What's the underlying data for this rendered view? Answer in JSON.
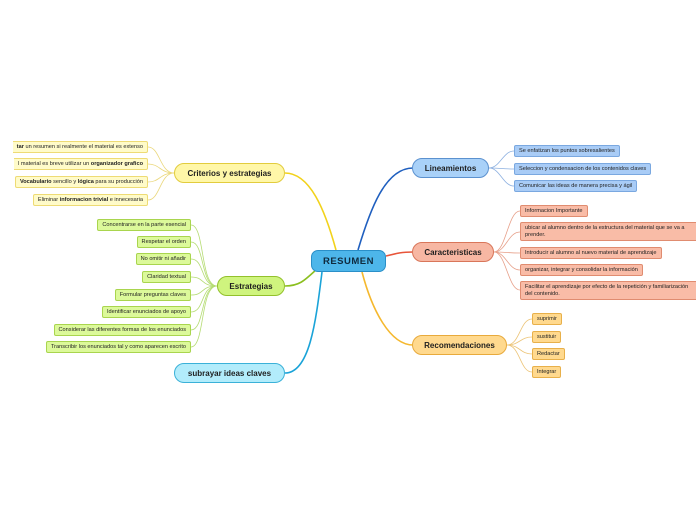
{
  "center": {
    "label": "RESUMEN"
  },
  "branches": {
    "lineamientos": {
      "label": "Lineamientos",
      "items": [
        "Se enfatizan los puntos sobresalientes",
        "Seleccion y condensacion de los contenidos claves",
        "Comunicar las ideas de manera precisa y ágil"
      ]
    },
    "caracteristicas": {
      "label": "Caracteristicas",
      "items": [
        "Informacion Importante",
        "ubicar al alumno dentro de la estructura del material que se va a prender.",
        "Introducir al alumno al nuevo material de aprendizaje",
        "organizar, integrar y consolidar la información",
        "Facilitar el aprendizaje por efecto de la repetición y familiarización del contenido."
      ]
    },
    "recomendaciones": {
      "label": "Recomendaciones",
      "items": [
        "suprimir",
        "sustituir",
        "Redactar",
        "Integrar"
      ]
    },
    "criterios": {
      "label": "Criterios y estrategias",
      "items": [
        {
          "pre": "",
          "bold": "tar",
          "post": " un resumen si realmente el material es extenso"
        },
        {
          "pre": "l material es breve utilizar un ",
          "bold": "organizador grafico",
          "post": ""
        },
        {
          "pre": "",
          "bold": "Vocabulario",
          "post": " sencillo y ",
          "bold2": "lógica",
          "post2": " para su producción"
        },
        {
          "pre": "Eliminar ",
          "bold": "informacion trivial",
          "post": " e innecesaria"
        }
      ]
    },
    "estrategias": {
      "label": "Estrategias",
      "items": [
        "Concentrarse en la parte esencial",
        "Respetar el orden",
        "No omitir ni añadir",
        "Claridad textual",
        "Formular preguntas claves",
        "Identificar enunciados de apoyo",
        "Considerar las diferentes formas de los enunciados",
        "Transcribir los enunciados tal y como aparecen escrito"
      ]
    },
    "subrayar": {
      "label": "subrayar  ideas claves"
    }
  },
  "colors": {
    "center": "#4db6ea",
    "lineamientos": "#1f5fbf",
    "caracteristicas": "#e8553a",
    "recomendaciones": "#f5b82e",
    "criterios": "#f2d21b",
    "estrategias": "#8bbf1f",
    "subrayar": "#1aa3d8"
  }
}
